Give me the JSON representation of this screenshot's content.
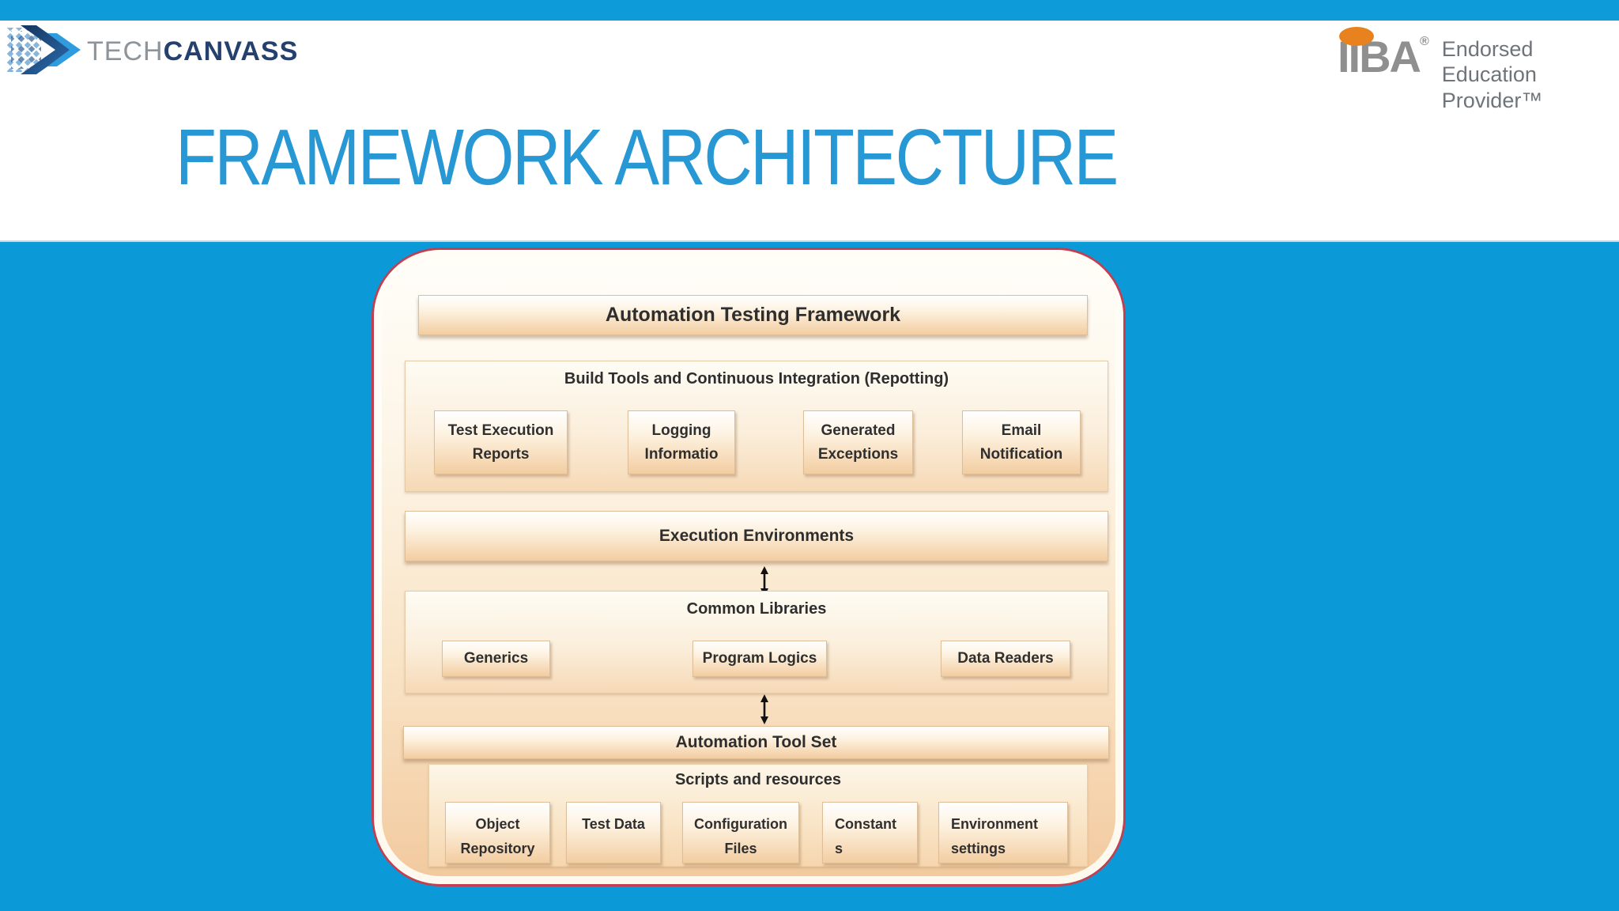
{
  "slide": {
    "title": "FRAMEWORK ARCHITECTURE"
  },
  "header": {
    "brand": {
      "part1": "TECH",
      "part2": "CANVASS"
    },
    "iiba": {
      "acronym": "IIBA",
      "registered_mark": "®",
      "endorsement": [
        "Endorsed Education",
        "Provider™"
      ]
    }
  },
  "diagram": {
    "framework_title": "Automation Testing Framework",
    "build_tools": {
      "label": "Build Tools and Continuous Integration (Repotting)",
      "items": [
        [
          "Test Execution",
          "Reports"
        ],
        [
          "Logging",
          "Informatio"
        ],
        [
          "Generated",
          "Exceptions"
        ],
        [
          "Email",
          "Notification"
        ]
      ]
    },
    "execution_environments_label": "Execution Environments",
    "common_libraries": {
      "label": "Common Libraries",
      "items": [
        "Generics",
        "Program Logics",
        "Data Readers"
      ]
    },
    "automation_tool_set_label": "Automation Tool Set",
    "scripts": {
      "label": "Scripts and resources",
      "items": [
        [
          "Object",
          "Repository"
        ],
        [
          "Test Data"
        ],
        [
          "Configuration",
          "Files"
        ],
        [
          "Constant",
          "s"
        ],
        [
          "Environment",
          "settings"
        ]
      ]
    }
  },
  "colors": {
    "background_blue": "#0c99d8",
    "title_blue": "#2798d4",
    "container_border_red": "#c04052",
    "box_peach": "#f3cda1",
    "brand_navy": "#24406e",
    "brand_gray": "#8d949b",
    "iiba_orange": "#e8821e",
    "text_dark": "#2e2e2e"
  }
}
